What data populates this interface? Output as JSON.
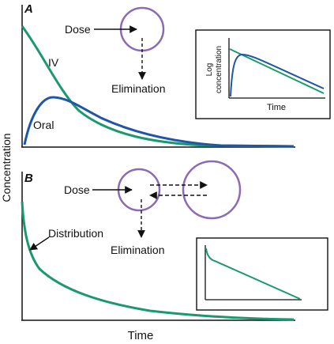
{
  "y_axis_label": "Concentration",
  "x_axis_label": "Time",
  "colors": {
    "iv_curve": "#1a9a6c",
    "oral_curve": "#1f56a8",
    "compartment": "#8a6bb5",
    "ink": "#111111"
  },
  "panel_a": {
    "label": "A",
    "dose": "Dose",
    "elimination": "Elimination",
    "iv": "IV",
    "oral": "Oral",
    "inset": {
      "y_label_line1": "Log",
      "y_label_line2": "concentration",
      "x_label": "Time"
    }
  },
  "panel_b": {
    "label": "B",
    "dose": "Dose",
    "elimination": "Elimination",
    "distribution": "Distribution"
  }
}
